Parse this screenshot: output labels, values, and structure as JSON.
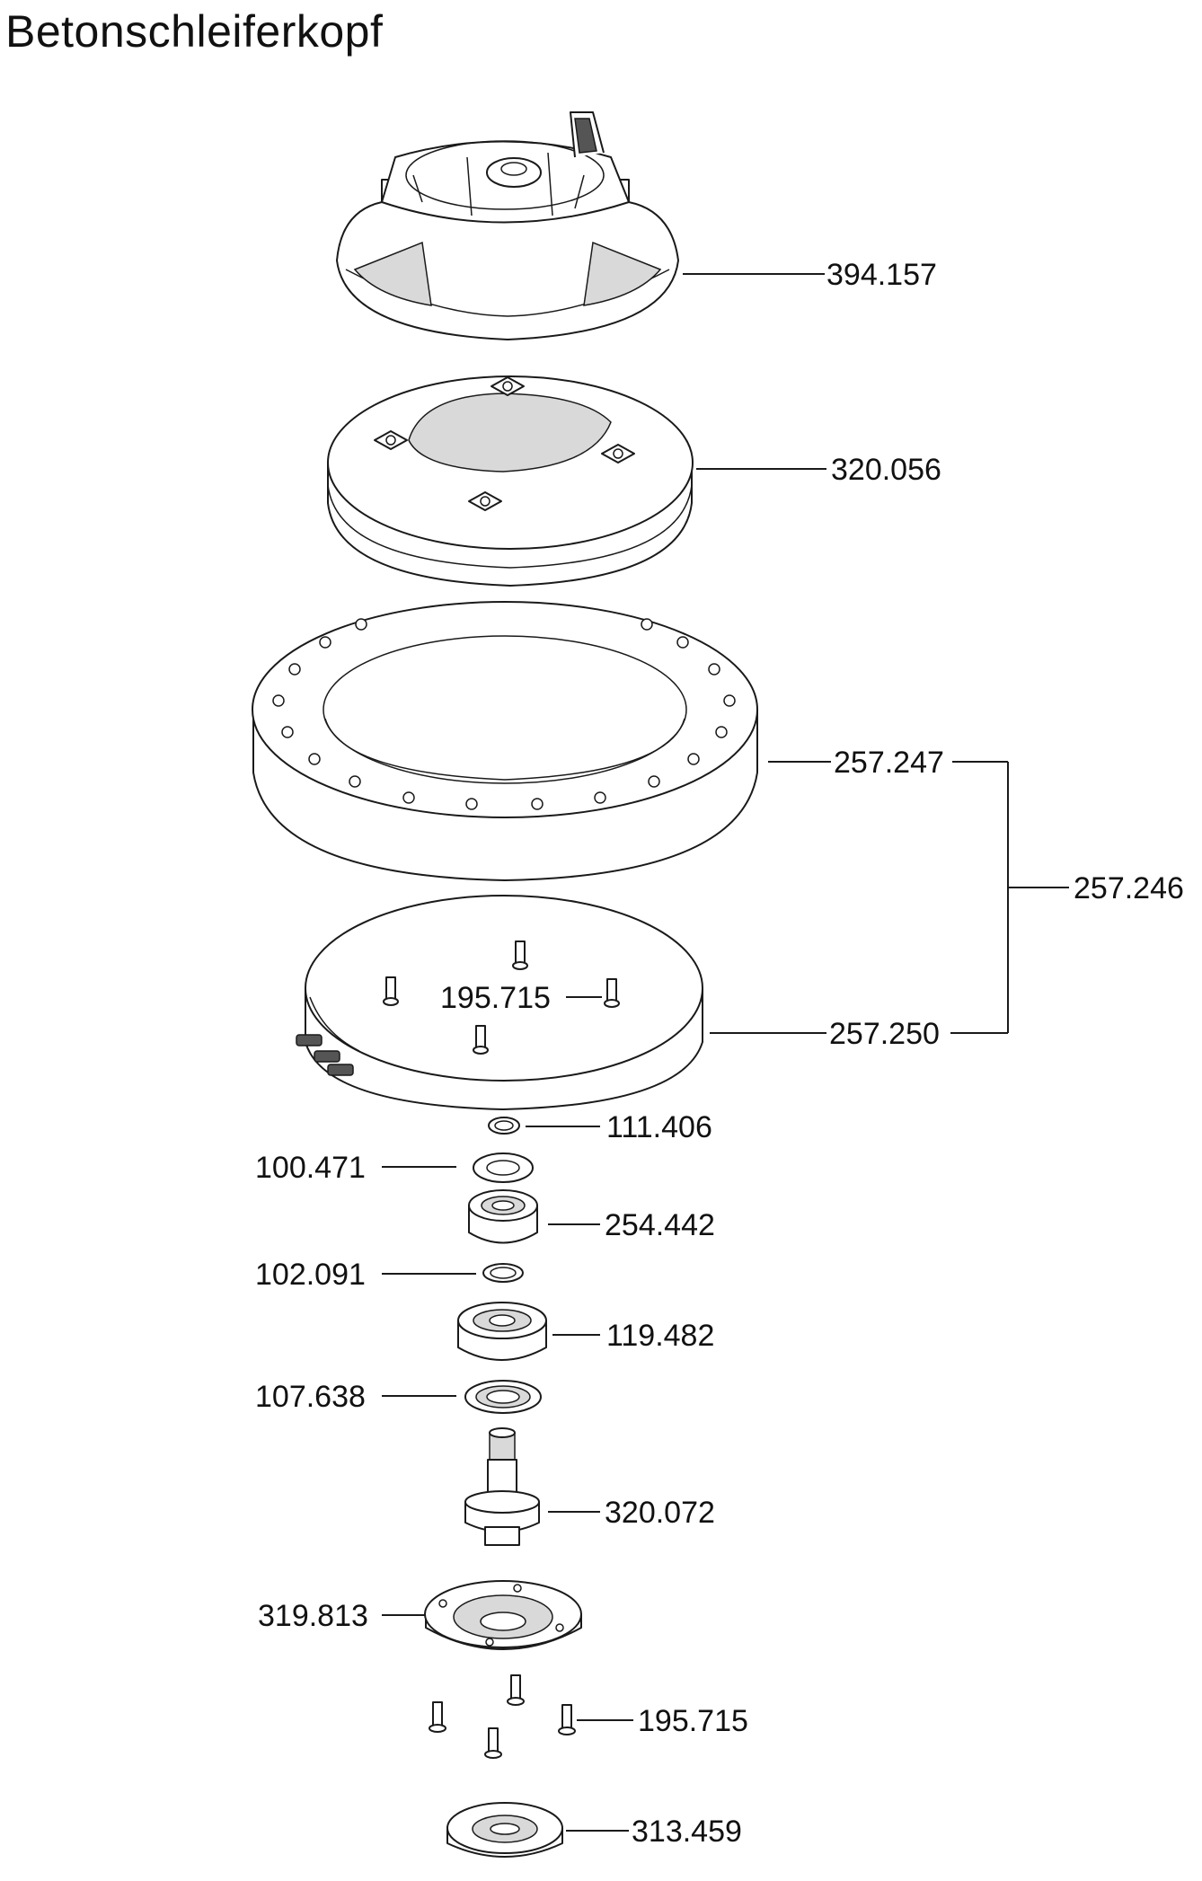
{
  "title": "Betonschleiferkopf",
  "parts": [
    {
      "id": "394.157"
    },
    {
      "id": "320.056"
    },
    {
      "id": "257.247"
    },
    {
      "id": "257.246"
    },
    {
      "id": "195.715"
    },
    {
      "id": "257.250"
    },
    {
      "id": "111.406"
    },
    {
      "id": "100.471"
    },
    {
      "id": "254.442"
    },
    {
      "id": "102.091"
    },
    {
      "id": "119.482"
    },
    {
      "id": "107.638"
    },
    {
      "id": "320.072"
    },
    {
      "id": "319.813"
    },
    {
      "id": "195.715"
    },
    {
      "id": "313.459"
    }
  ]
}
